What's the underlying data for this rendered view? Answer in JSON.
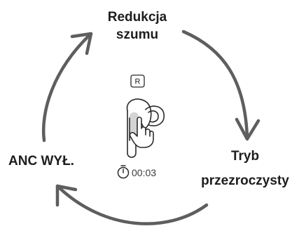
{
  "modes": {
    "noise_reduction": {
      "line1": "Redukcja",
      "line2": "szumu"
    },
    "transparency": {
      "line1": "Tryb",
      "line2": "przezroczysty"
    },
    "anc_off": {
      "label": "ANC WYŁ."
    }
  },
  "earbud": {
    "side_label": "R",
    "hold_time": "00:03",
    "touch_icon": "hand-pointer-icon",
    "timer_icon": "stopwatch-icon"
  },
  "colors": {
    "arrow": "#5e5e5e",
    "text": "#1d1d1d",
    "touch_highlight": "#d4d4d4"
  }
}
